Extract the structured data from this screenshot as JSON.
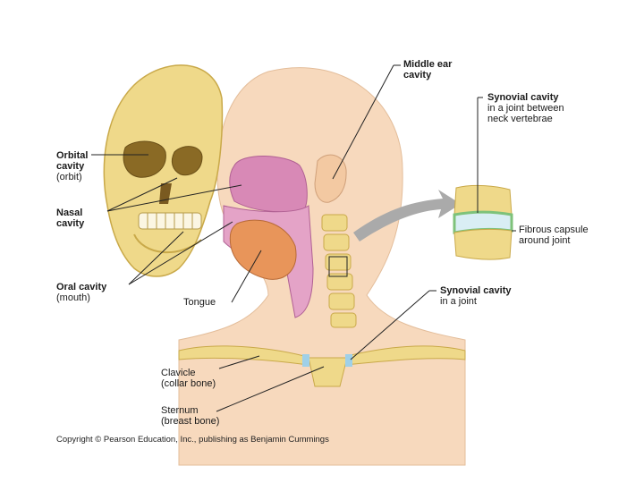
{
  "labels": {
    "orbital_cavity": {
      "title_line1": "Orbital",
      "title_line2": "cavity",
      "subtitle": "(orbit)"
    },
    "nasal_cavity": {
      "title_line1": "Nasal",
      "title_line2": "cavity"
    },
    "oral_cavity": {
      "title": "Oral cavity",
      "subtitle": "(mouth)"
    },
    "tongue": {
      "text": "Tongue"
    },
    "middle_ear_cavity": {
      "title_line1": "Middle ear",
      "title_line2": "cavity"
    },
    "synovial_cavity_neck": {
      "title": "Synovial cavity",
      "line2": "in a joint between",
      "line3": "neck vertebrae"
    },
    "fibrous_capsule": {
      "line1": "Fibrous capsule",
      "line2": "around joint"
    },
    "synovial_cavity_joint": {
      "title": "Synovial cavity",
      "subtitle": "in a joint"
    },
    "clavicle": {
      "line1": "Clavicle",
      "line2": "(collar bone)"
    },
    "sternum": {
      "line1": "Sternum",
      "line2": "(breast bone)"
    }
  },
  "copyright": "Copyright © Pearson Education, Inc., publishing as Benjamin Cummings",
  "colors": {
    "skin": "#f7d9bd",
    "bone": "#efd98a",
    "bone_outline": "#c9a949",
    "cavity_pink": "#d889b6",
    "tongue": "#e8955a",
    "cartilage": "#9fd0e8",
    "capsule_green": "#7ec27a",
    "arrow_gray": "#aaaaaa"
  }
}
